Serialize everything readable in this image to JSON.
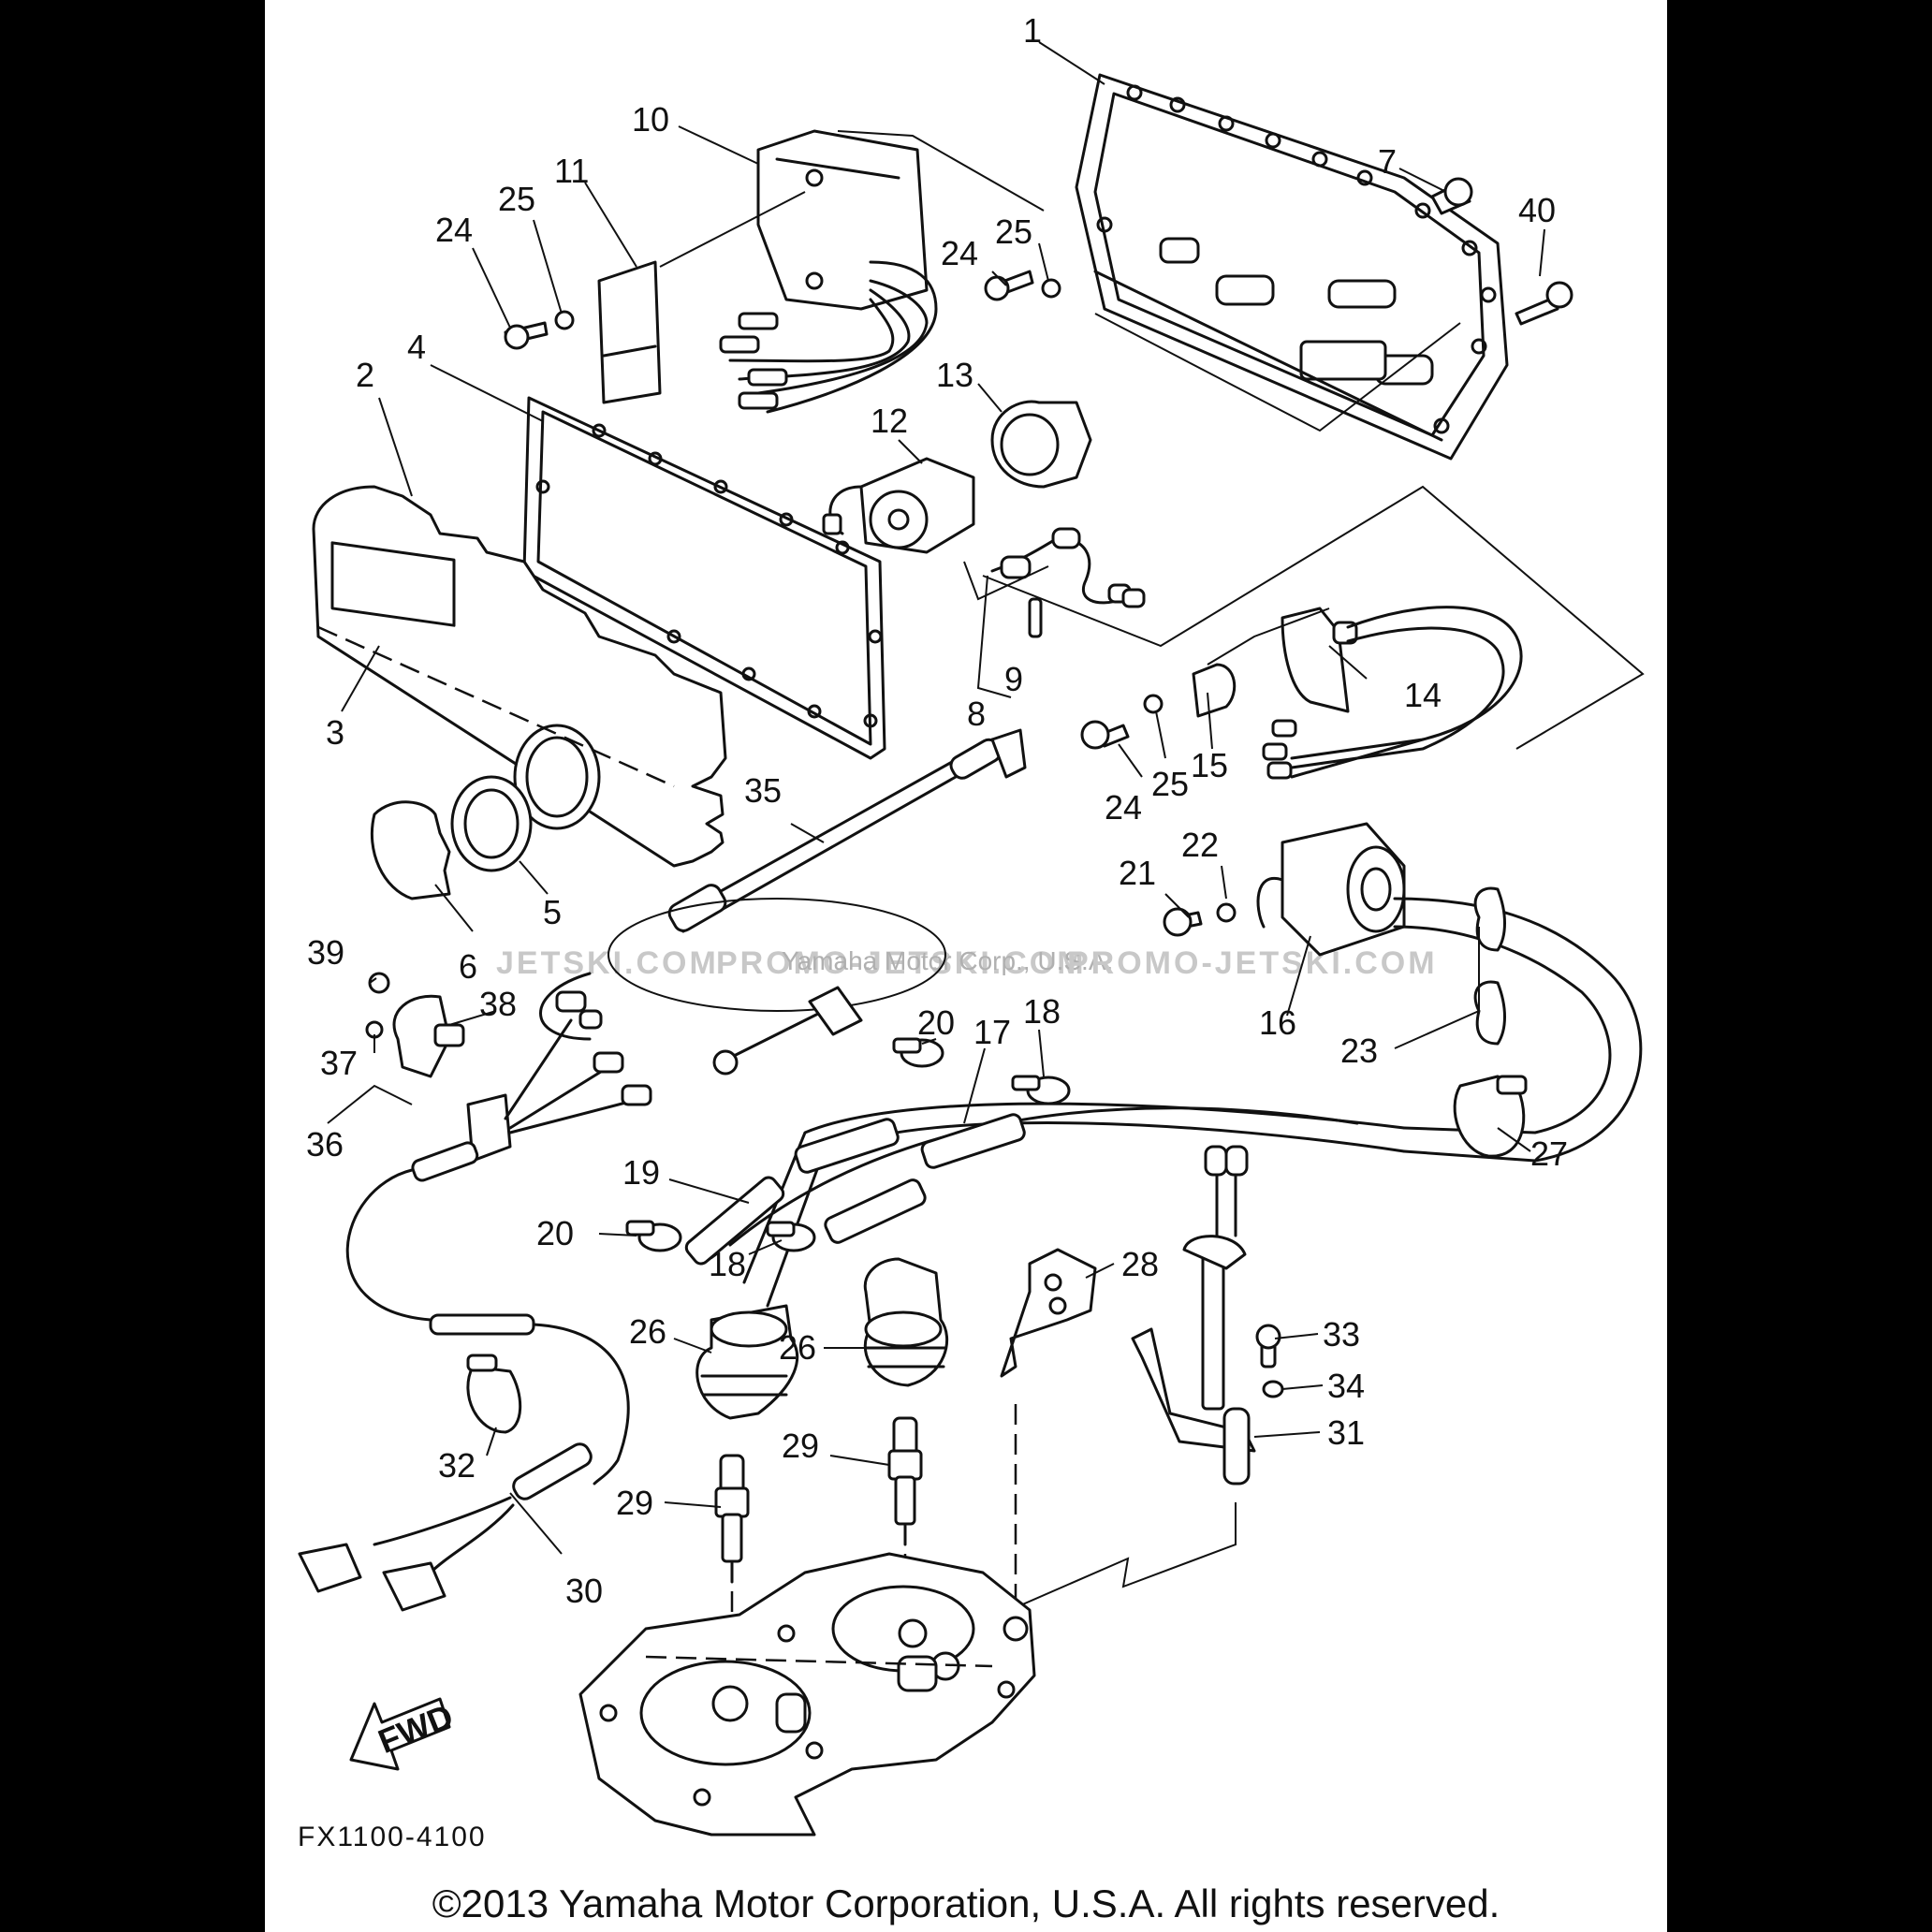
{
  "diagram": {
    "model_code": "FX1100-4100",
    "fwd_label": "FWD",
    "copyright": "©2013 Yamaha Motor Corporation, U.S.A. All rights reserved.",
    "watermarks": [
      "JETSKI.COM",
      "PROMO-JETSKI.COM",
      "Yamaha Motor Corp., U.S.A.",
      "PROMO-JETSKI.COM"
    ],
    "callouts": [
      {
        "id": "c1",
        "text": "1"
      },
      {
        "id": "c10",
        "text": "10"
      },
      {
        "id": "c7",
        "text": "7"
      },
      {
        "id": "c40",
        "text": "40"
      },
      {
        "id": "c11",
        "text": "11"
      },
      {
        "id": "c25a",
        "text": "25"
      },
      {
        "id": "c24a",
        "text": "24"
      },
      {
        "id": "c24b",
        "text": "24"
      },
      {
        "id": "c25b",
        "text": "25"
      },
      {
        "id": "c2",
        "text": "2"
      },
      {
        "id": "c4",
        "text": "4"
      },
      {
        "id": "c13",
        "text": "13"
      },
      {
        "id": "c12",
        "text": "12"
      },
      {
        "id": "c3",
        "text": "3"
      },
      {
        "id": "c9",
        "text": "9"
      },
      {
        "id": "c8",
        "text": "8"
      },
      {
        "id": "c14",
        "text": "14"
      },
      {
        "id": "c24c",
        "text": "24"
      },
      {
        "id": "c25c",
        "text": "25"
      },
      {
        "id": "c15",
        "text": "15"
      },
      {
        "id": "c35",
        "text": "35"
      },
      {
        "id": "c5",
        "text": "5"
      },
      {
        "id": "c6",
        "text": "6"
      },
      {
        "id": "c22",
        "text": "22"
      },
      {
        "id": "c21",
        "text": "21"
      },
      {
        "id": "c39",
        "text": "39"
      },
      {
        "id": "c38",
        "text": "38"
      },
      {
        "id": "c37",
        "text": "37"
      },
      {
        "id": "c36",
        "text": "36"
      },
      {
        "id": "c16",
        "text": "16"
      },
      {
        "id": "c23",
        "text": "23"
      },
      {
        "id": "c20a",
        "text": "20"
      },
      {
        "id": "c17",
        "text": "17"
      },
      {
        "id": "c18a",
        "text": "18"
      },
      {
        "id": "c27",
        "text": "27"
      },
      {
        "id": "c19",
        "text": "19"
      },
      {
        "id": "c20b",
        "text": "20"
      },
      {
        "id": "c18b",
        "text": "18"
      },
      {
        "id": "c28",
        "text": "28"
      },
      {
        "id": "c26a",
        "text": "26"
      },
      {
        "id": "c26b",
        "text": "26"
      },
      {
        "id": "c33",
        "text": "33"
      },
      {
        "id": "c34",
        "text": "34"
      },
      {
        "id": "c31",
        "text": "31"
      },
      {
        "id": "c29a",
        "text": "29"
      },
      {
        "id": "c29b",
        "text": "29"
      },
      {
        "id": "c32",
        "text": "32"
      },
      {
        "id": "c30",
        "text": "30"
      }
    ]
  }
}
